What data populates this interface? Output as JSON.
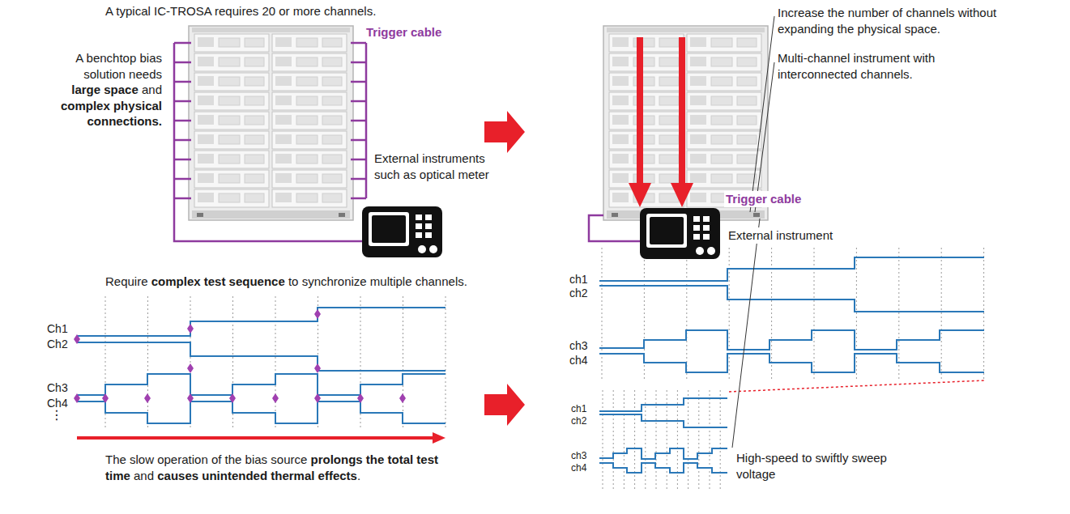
{
  "diagram": {
    "labels": [
      "A typical IC-TROSA requires 20 or more channels.",
      "A benchtop bias solution needs large space and complex physical connections.",
      "Trigger cable",
      "External instruments such as optical meter",
      "Increase the number of channels without expanding the physical space.",
      "Multi-channel instrument with interconnected channels.",
      "Trigger cable",
      "External instrument",
      "Require complex test sequence to synchronize multiple channels.",
      "Ch1",
      "Ch2",
      "Ch3",
      "Ch4",
      "⋮",
      "The slow operation of the bias source prolongs the total test time and causes unintended thermal effects.",
      "ch1",
      "ch2",
      "ch3",
      "ch4",
      "ch1",
      "ch2",
      "ch3",
      "ch4",
      "High-speed to swiftly sweep voltage"
    ]
  }
}
